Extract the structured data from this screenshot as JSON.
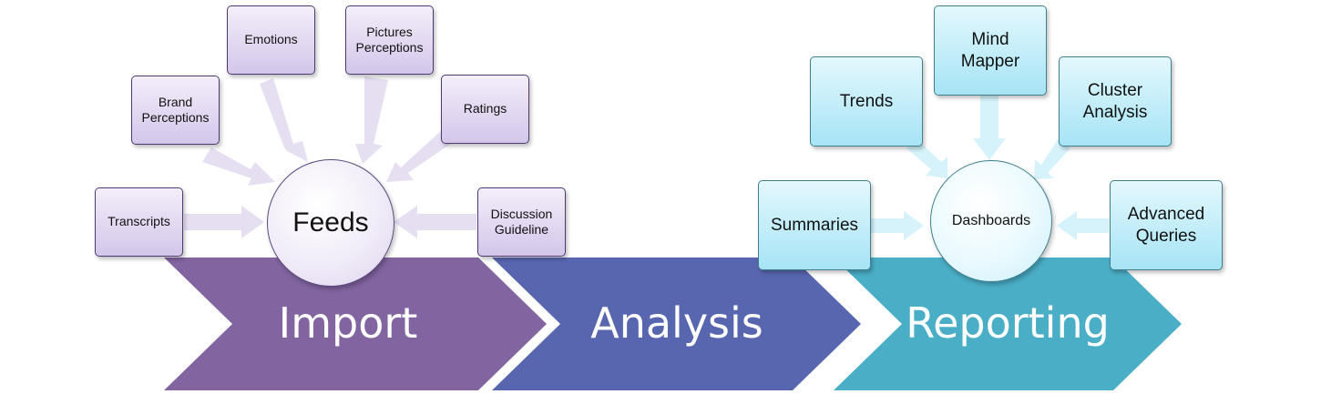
{
  "stages": [
    {
      "label": "Import",
      "color": "#8264a0"
    },
    {
      "label": "Analysis",
      "color": "#5866b0"
    },
    {
      "label": "Reporting",
      "color": "#4aaec6"
    }
  ],
  "import_hub": {
    "label": "Feeds"
  },
  "import_inputs": [
    "Transcripts",
    "Brand\nPerceptions",
    "Emotions",
    "Pictures\nPerceptions",
    "Ratings",
    "Discussion\nGuideline"
  ],
  "reporting_hub": {
    "label": "Dashboards"
  },
  "reporting_inputs": [
    "Summaries",
    "Trends",
    "Mind\nMapper",
    "Cluster\nAnalysis",
    "Advanced\nQueries"
  ],
  "colors": {
    "purple_arrow": "#e6dff2",
    "teal_arrow": "#d6f3fb"
  }
}
